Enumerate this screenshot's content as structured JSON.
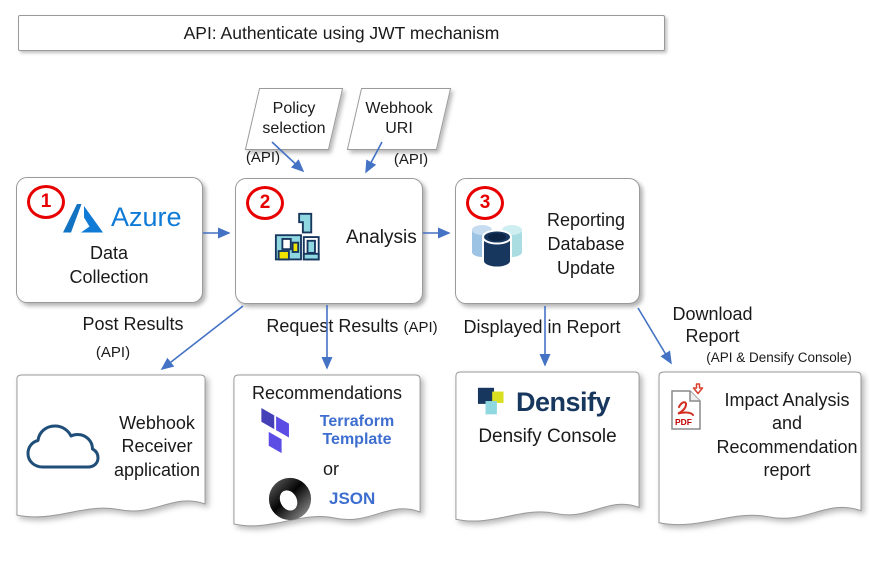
{
  "banner": {
    "text": "API: Authenticate using JWT mechanism"
  },
  "colors": {
    "arrow_blue": "#4472C4",
    "step_red": "#E80000",
    "azure_blue": "#0F7BD7",
    "link_blue": "#3E6ECF",
    "densify_navy": "#17375E",
    "terraform_purple": "#5C4EE5"
  },
  "inputs": {
    "policy": {
      "label": "Policy selection",
      "api_note": "(API)"
    },
    "webhook_uri": {
      "label": "Webhook URI",
      "api_note": "(API)"
    }
  },
  "steps": {
    "data_collection": {
      "number": "1",
      "brand": "Azure",
      "label": "Data Collection"
    },
    "analysis": {
      "number": "2",
      "label": "Analysis"
    },
    "reporting": {
      "number": "3",
      "label": "Reporting Database Update"
    }
  },
  "edges": {
    "post_results": {
      "label": "Post Results",
      "note": "(API)"
    },
    "request_results": {
      "label": "Request Results",
      "note": "(API)"
    },
    "displayed": {
      "label": "Displayed in Report"
    },
    "download": {
      "label": "Download Report",
      "note": "(API & Densify Console)"
    }
  },
  "outputs": {
    "webhook_receiver": {
      "label": "Webhook Receiver application"
    },
    "recommendations": {
      "title": "Recommendations",
      "terraform_label": "Terraform Template",
      "conjunction": "or",
      "json_label": "JSON"
    },
    "densify_console": {
      "brand": "Densify",
      "label": "Densify Console"
    },
    "impact_report": {
      "label": "Impact Analysis and Recommendation report",
      "pdf_badge": "PDF"
    }
  }
}
